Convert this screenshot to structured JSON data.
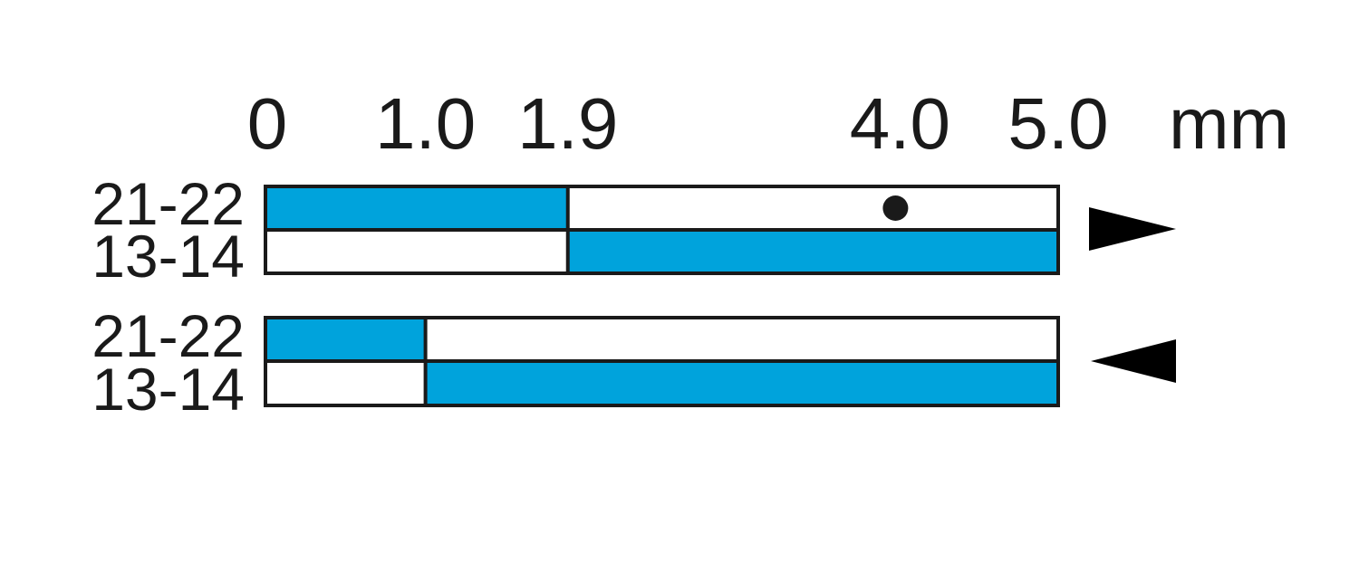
{
  "unit": "mm",
  "scale": {
    "min": 0,
    "max": 5.0,
    "ticks": [
      {
        "value": 0,
        "label": "0"
      },
      {
        "value": 1.0,
        "label": "1.0"
      },
      {
        "value": 1.9,
        "label": "1.9"
      },
      {
        "value": 4.0,
        "label": "4.0"
      },
      {
        "value": 5.0,
        "label": "5.0"
      }
    ]
  },
  "colors": {
    "closed": "#00a3dc",
    "open": "#ffffff",
    "outline": "#1a1a1a"
  },
  "diagrams": [
    {
      "direction": "right",
      "direction_icon": "triangle-right-icon",
      "rows": [
        {
          "label": "21-22",
          "closed_from": 0,
          "closed_to": 1.9
        },
        {
          "label": "13-14",
          "closed_from": 1.9,
          "closed_to": 5.0
        }
      ],
      "marker": {
        "position": 4.0,
        "icon": "dot-icon"
      }
    },
    {
      "direction": "left",
      "direction_icon": "triangle-left-icon",
      "rows": [
        {
          "label": "21-22",
          "closed_from": 0,
          "closed_to": 1.0
        },
        {
          "label": "13-14",
          "closed_from": 1.0,
          "closed_to": 5.0
        }
      ]
    }
  ]
}
